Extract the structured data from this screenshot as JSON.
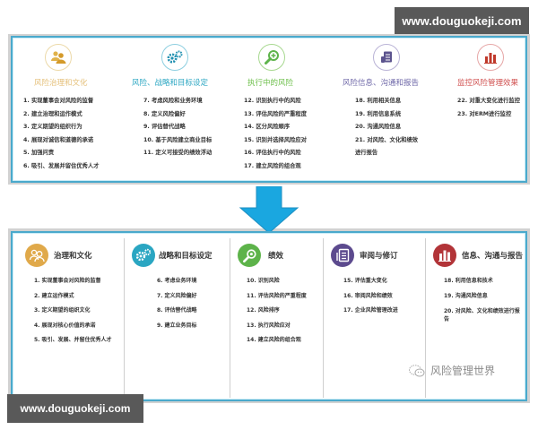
{
  "watermarks": {
    "top": "www.douguokeji.com",
    "bottom": "www.douguokeji.com"
  },
  "colors": {
    "frame_border": "#4aa9cc",
    "arrow": "#1aa7e0",
    "governance": "#e0a94a",
    "strategy": "#2aa6c2",
    "performance": "#5db34a",
    "review": "#5c4a8e",
    "information": "#b23438"
  },
  "top_section": {
    "columns": [
      {
        "icon": "people-icon",
        "title": "风险治理和文化",
        "color": "#e5c07a",
        "items": [
          "1. 实现董事会对风险的监督",
          "2. 建立治理和运作模式",
          "3. 定义期望的组织行为",
          "4. 展现对诚信和道德的承诺",
          "5. 加强问责",
          "6. 吸引、发展并留住优秀人才"
        ]
      },
      {
        "icon": "gears-icon",
        "title": "风险、战略和目标设定",
        "color": "#2aa6c2",
        "items": [
          "7. 考虑风险和业务环境",
          "8. 定义风险偏好",
          "9. 评估替代战略",
          "10. 基于风险建立商业目标",
          "11. 定义可接受的绩效浮动"
        ]
      },
      {
        "icon": "magnifier-icon",
        "title": "执行中的风险",
        "color": "#6cbf4a",
        "items": [
          "12. 识别执行中的风险",
          "13. 评估风险的严重程度",
          "14. 区分风险顺序",
          "15. 识别并选择风险应对",
          "16. 评估执行中的风险",
          "17. 建立风险的组合观"
        ]
      },
      {
        "icon": "document-icon",
        "title": "风险信息、沟通和报告",
        "color": "#6f68a8",
        "items": [
          "18. 利用相关信息",
          "19. 利用信息系统",
          "20. 沟通风险信息",
          "21. 对风险、文化和绩效",
          "进行报告"
        ]
      },
      {
        "icon": "bar-chart-icon",
        "title": "监控风险管理效果",
        "color": "#d0504f",
        "items": [
          "22. 对重大变化进行监控",
          "23. 对ERM进行监控"
        ]
      }
    ]
  },
  "bottom_section": {
    "columns": [
      {
        "icon": "people-icon",
        "title": "治理和文化",
        "color": "#e0a94a",
        "items": [
          "1. 实现董事会对风险的监督",
          "2. 建立运作模式",
          "3. 定义期望的组织文化",
          "4. 展现对核心价值的承诺",
          "5. 吸引、发展、并留住优秀人才"
        ]
      },
      {
        "icon": "gears-icon",
        "title": "战略和目标设定",
        "color": "#2aa6c2",
        "items": [
          "6. 考虑业务环境",
          "7. 定义风险偏好",
          "8. 评估替代战略",
          "9. 建立业务目标"
        ]
      },
      {
        "icon": "magnifier-icon",
        "title": "绩效",
        "color": "#5db34a",
        "items": [
          "10. 识别风险",
          "11. 评估风险的严重程度",
          "12. 风险排序",
          "13. 执行风险应对",
          "14. 建立风险的组合观"
        ]
      },
      {
        "icon": "document-icon",
        "title": "审阅与修订",
        "color": "#5c4a8e",
        "items": [
          "15. 评估重大变化",
          "16. 审阅风险和绩效",
          "17. 企业风险管理改进"
        ]
      },
      {
        "icon": "bar-chart-icon",
        "title": "信息、沟通与报告",
        "color": "#b23438",
        "items": [
          "18. 利用信息和技术",
          "19. 沟通风险信息",
          "20. 对风险、文化和绩效进行报告"
        ]
      }
    ]
  },
  "brand": {
    "icon": "wechat-icon",
    "label": "风险管理世界"
  }
}
